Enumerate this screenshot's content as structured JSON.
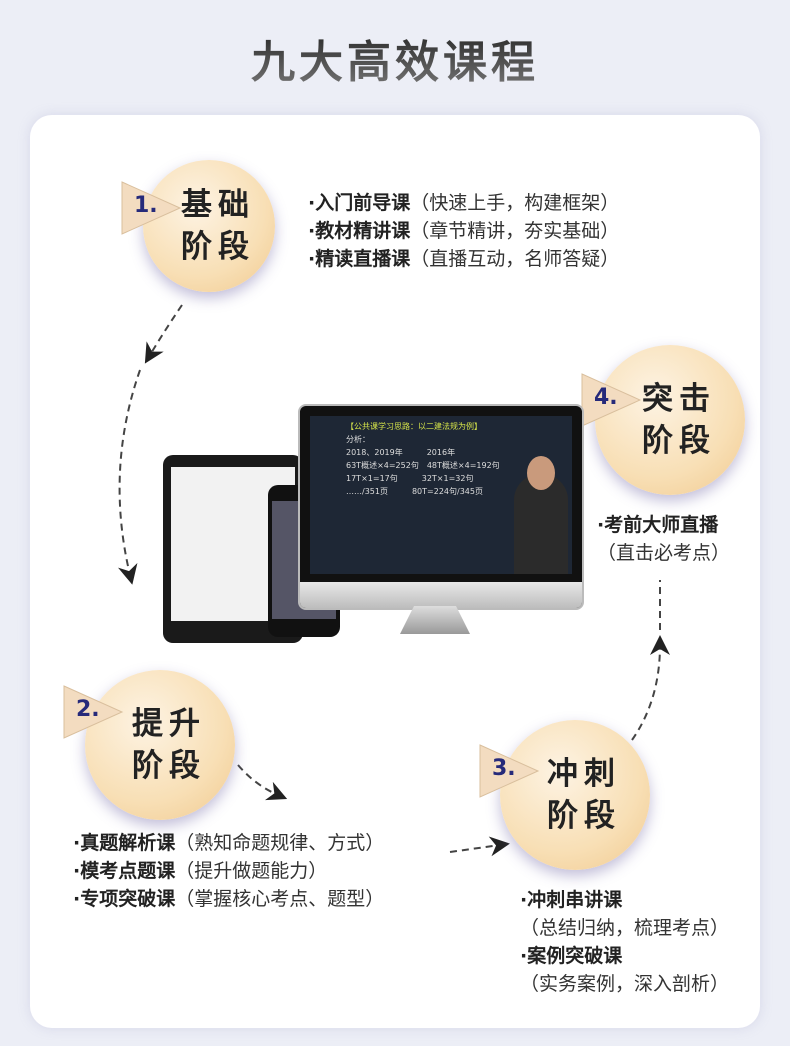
{
  "title": "九大高效课程",
  "stages": [
    {
      "number": "1.",
      "line1": "基础",
      "line2": "阶段",
      "courses": [
        {
          "name": "·入门前导课",
          "desc": "（快速上手，构建框架）"
        },
        {
          "name": "·教材精讲课",
          "desc": "（章节精讲，夯实基础）"
        },
        {
          "name": "·精读直播课",
          "desc": "（直播互动，名师答疑）"
        }
      ]
    },
    {
      "number": "2.",
      "line1": "提升",
      "line2": "阶段",
      "courses": [
        {
          "name": "·真题解析课",
          "desc": "（熟知命题规律、方式）"
        },
        {
          "name": "·模考点题课",
          "desc": "（提升做题能力）"
        },
        {
          "name": "·专项突破课",
          "desc": "（掌握核心考点、题型）"
        }
      ]
    },
    {
      "number": "3.",
      "line1": "冲刺",
      "line2": "阶段",
      "courses": [
        {
          "name": "·冲刺串讲课",
          "desc": "（总结归纳，梳理考点）"
        },
        {
          "name": "·案例突破课",
          "desc": "（实务案例，深入剖析）"
        }
      ]
    },
    {
      "number": "4.",
      "line1": "突击",
      "line2": "阶段",
      "courses": [
        {
          "name": "·考前大师直播",
          "desc": "（直击必考点）"
        }
      ]
    }
  ],
  "screen": {
    "heading": "【公共课学习思路：以二建法规为例】",
    "lines": [
      "分析：",
      "2018、2019年　　　2016年",
      "63T概述×4=252句　48T概述×4=192句",
      "17T×1=17句　　　32T×1=32句",
      "……/351页　　　80T=224句/345页"
    ]
  },
  "colors": {
    "circle": "#f8dfb5",
    "badge_number": "#262a7a",
    "background": "#eceef6"
  }
}
